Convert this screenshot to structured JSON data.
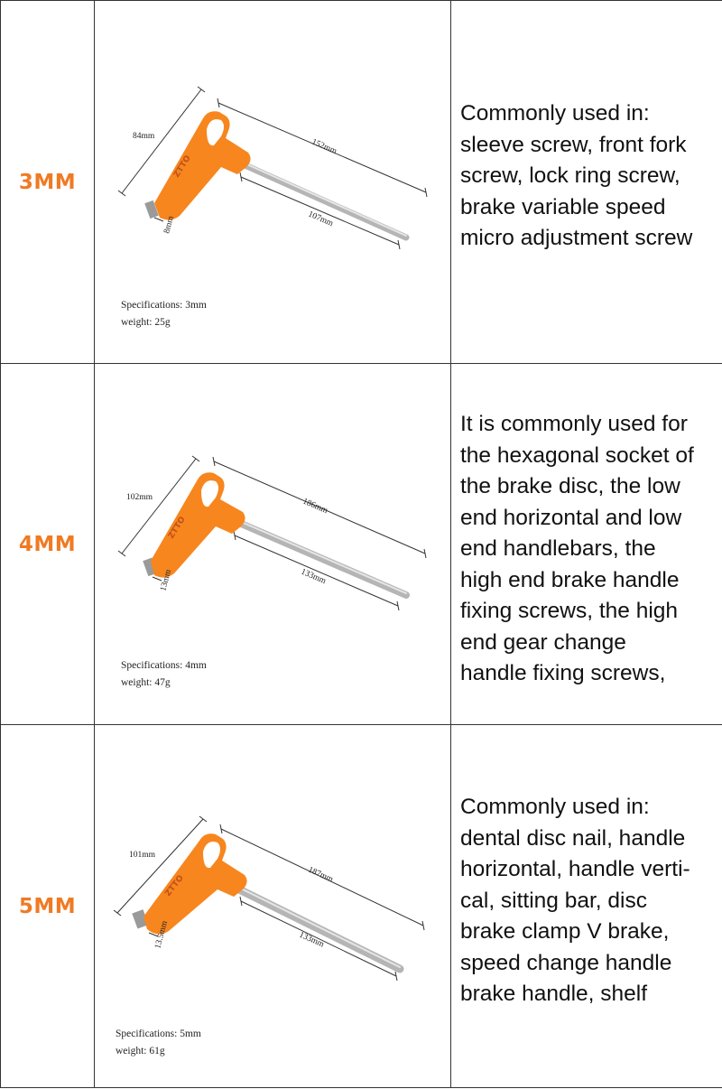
{
  "rows": [
    {
      "size": "3MM",
      "dims": {
        "overall": "152mm",
        "handle": "84mm",
        "shaft": "107mm",
        "tip": "8mm"
      },
      "spec": "Specifications: 3mm",
      "weight": "weight: 25g",
      "desc_lines": [
        "Commonly used in:",
        "sleeve screw, front fork",
        "screw, lock ring screw,",
        "brake variable speed",
        "micro adjustment screw"
      ]
    },
    {
      "size": "4MM",
      "dims": {
        "overall": "186mm",
        "handle": "102mm",
        "shaft": "133mm",
        "tip": "13mm"
      },
      "spec": "Specifications: 4mm",
      "weight": "weight: 47g",
      "desc_lines": [
        "It is commonly used for",
        "the hexagonal socket of",
        "the brake disc, the low",
        "end horizontal and low",
        "end handlebars, the",
        "high end brake handle",
        "fixing screws, the high",
        "end gear change",
        "handle fixing screws,"
      ]
    },
    {
      "size": "5MM",
      "dims": {
        "overall": "187mm",
        "handle": "101mm",
        "shaft": "133mm",
        "tip": "13.5mm"
      },
      "spec": "Specifications: 5mm",
      "weight": "weight: 61g",
      "desc_lines": [
        "Commonly used in:",
        "dental disc nail, handle",
        "horizontal, handle verti-",
        "cal, sitting bar, disc",
        "brake clamp V brake,",
        "speed change handle",
        "brake handle, shelf"
      ]
    }
  ],
  "brand": "ZTTO",
  "colors": {
    "accent": "#f07a24",
    "handle": "#f7861e",
    "shaft": "#c9c9c9",
    "border": "#333333"
  }
}
